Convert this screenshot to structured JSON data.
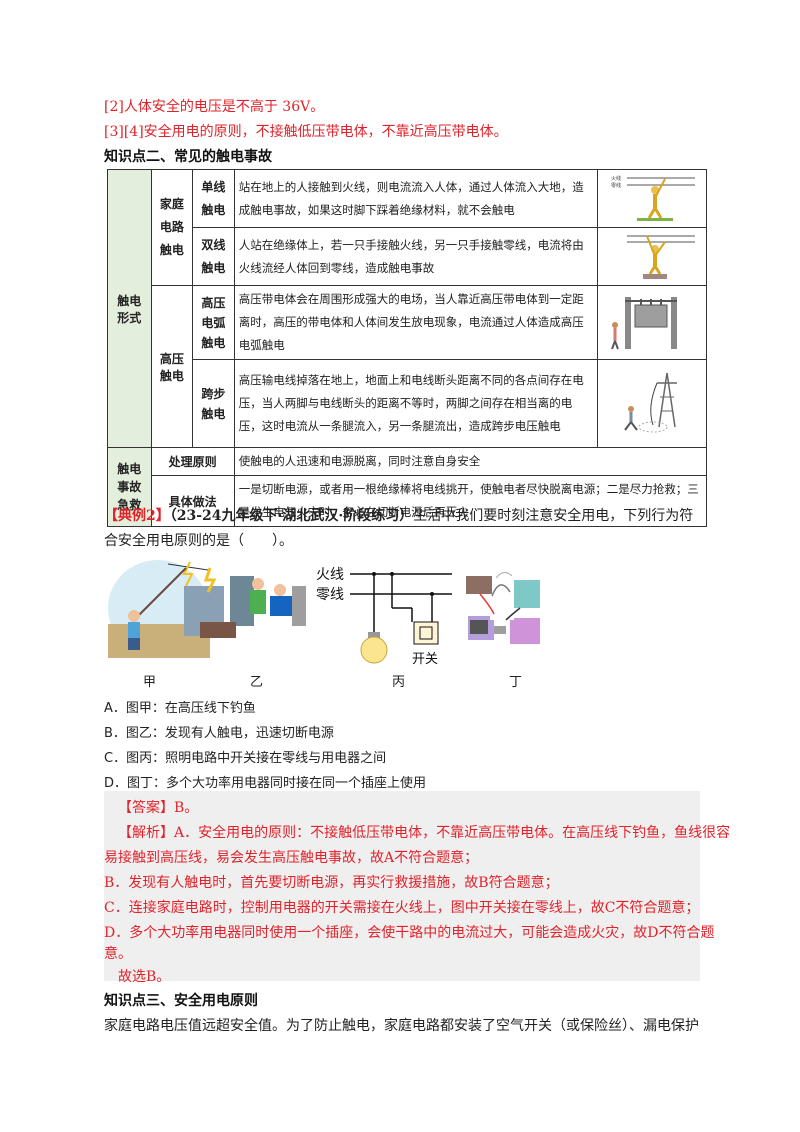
{
  "top_lines": [
    "[2]人体安全的电压是不高于 36V。",
    "[3][4]安全用电的原则，不接触低压带电体，不靠近高压带电体。"
  ],
  "section2_title": "知识点二、常见的触电事故",
  "table": {
    "cat_left": "触电形式",
    "group_home": "家庭电路触电",
    "group_high": "高压触电",
    "r1_type": "单线触电",
    "r1_desc": "站在地上的人接触到火线，则电流流入人体，通过人体流入大地，造成触电事故，如果这时脚下踩着绝缘材料，就不会触电",
    "r2_type": "双线触电",
    "r2_desc": "人站在绝缘体上，若一只手接触火线，另一只手接触零线，电流将由火线流经人体回到零线，造成触电事故",
    "r3_type": "高压电弧触电",
    "r3_desc": "高压带电体会在周围形成强大的电场，当人靠近高压带电体到一定距离时，高压的带电体和人体间发生放电现象，电流通过人体造成高压电弧触电",
    "r4_type": "跨步触电",
    "r4_desc": "高压输电线掉落在地上，地面上和电线断头距离不同的各点间存在电压，当人两脚与电线断头的距离不等时，两脚之间存在相当离的电压，这时电流从一条腿流入，另一条腿流出，造成跨步电压触电",
    "cat_bottom": "触电事故急救",
    "e1_label": "处理原则",
    "e1_desc": "使触电的人迅速和电源脱离，同时注意自身安全",
    "e2_label": "具体做法",
    "e2_desc": "一是切断电源，或者用一根绝缘棒将电线挑开，使触电者尽快脱离电源；二是尽力抢救；三是发生电气火灾时，务必在切断电源后再灭火",
    "pic_fire": "火线",
    "pic_zero": "零线"
  },
  "example": {
    "tag": "【典例2】",
    "source": "（23-24九年级下·湖北武汉·阶段练习）",
    "question_1": "生活中我们要时刻注意安全用电，下列行为符",
    "question_2": "合安全用电原则的是（　　）。"
  },
  "figure": {
    "fire_wire": "火线",
    "zero_wire": "零线",
    "switch_label": "开关",
    "labels": [
      "甲",
      "乙",
      "丙",
      "丁"
    ]
  },
  "choices": [
    "A．图甲：在高压线下钓鱼",
    "B．图乙：发现有人触电，迅速切断电源",
    "C．图丙：照明电路中开关接在零线与用电器之间",
    "D．图丁：多个大功率用电器同时接在同一个插座上使用"
  ],
  "answer": {
    "answer_line": "【答案】B。",
    "analysis_1": "【解析】A．安全用电的原则：不接触低压带电体，不靠近高压带电体。在高压线下钓鱼，鱼线很容",
    "analysis_2": "易接触到高压线，易会发生高压触电事故，故A不符合题意；",
    "analysis_3": "B．发现有人触电时，首先要切断电源，再实行救援措施，故B符合题意；",
    "analysis_4": "C．连接家庭电路时，控制用电器的开关需接在火线上，图中开关接在零线上，故C不符合题意；",
    "analysis_5": "D．多个大功率用电器同时使用一个插座，会使干路中的电流过大，可能会造成火灾，故D不符合题",
    "analysis_6": "意。",
    "conclusion": "故选B。"
  },
  "section3_title": "知识点三、安全用电原则",
  "section3_text": "家庭电路电压值远超安全值。为了防止触电，家庭电路都安装了空气开关（或保险丝）、漏电保护"
}
